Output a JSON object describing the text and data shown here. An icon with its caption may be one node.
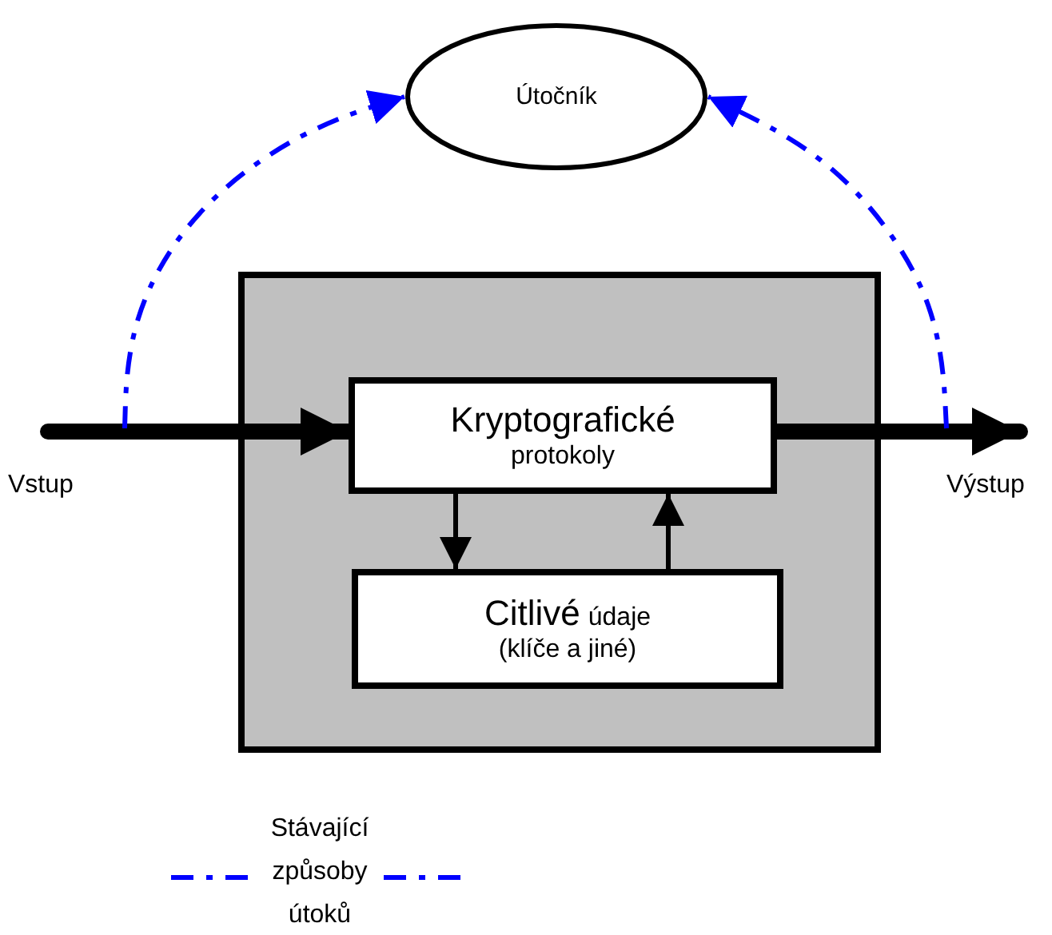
{
  "diagram": {
    "nodes": [
      {
        "text": [
          "Útočník"
        ]
      },
      {
        "text": [],
        "shape": "box"
      },
      {
        "text": [
          "Kryptografické",
          "protokoly"
        ],
        "in": 1
      },
      {
        "text": [
          "Citlivé",
          "údaje",
          "(klíče a jiné)"
        ],
        "in": 1
      }
    ],
    "edges": [
      {
        "from": null,
        "to": 2,
        "arrow": "to",
        "style": "thick"
      },
      {
        "from": 2,
        "to": null,
        "arrow": "to",
        "style": "thick"
      },
      {
        "from": 2,
        "to": 3,
        "arrow": "to"
      },
      {
        "from": 3,
        "to": 2,
        "arrow": "to"
      },
      {
        "from": null,
        "to": 0,
        "arrow": "to",
        "style": "dashed",
        "color": "#0000ff"
      },
      {
        "from": null,
        "to": 0,
        "arrow": "to",
        "style": "dashed",
        "color": "#0000ff"
      }
    ],
    "labels": [
      "Vstup",
      "Výstup"
    ],
    "legend": [
      {
        "text": "Stávající způsoby útoků"
      }
    ]
  }
}
